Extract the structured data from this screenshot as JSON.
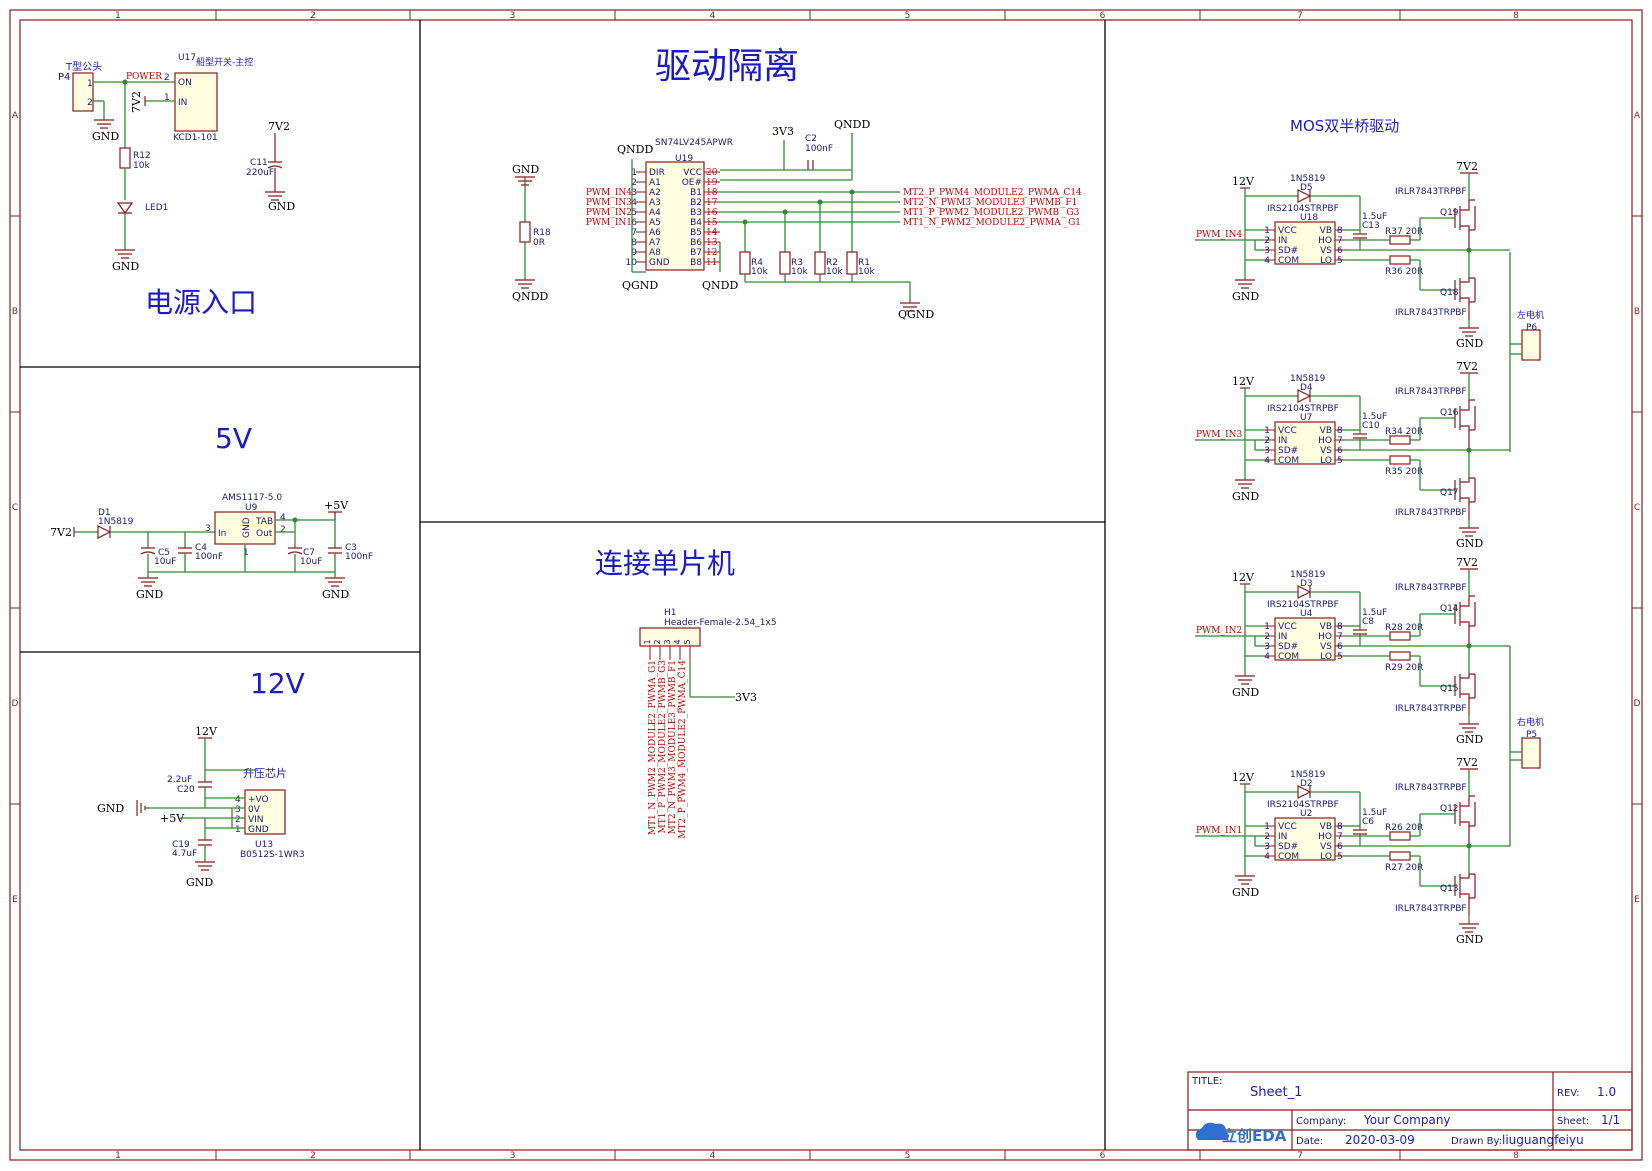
{
  "sections": {
    "power_entry": "电源入口",
    "v5": "5V",
    "v12": "12V",
    "drive_isolation": "驱动隔离",
    "mcu_connect": "连接单片机",
    "mos_bridge": "MOS双半桥驱动"
  },
  "grid": {
    "cols": [
      "1",
      "2",
      "3",
      "4",
      "5",
      "6",
      "7",
      "8"
    ],
    "rows": [
      "A",
      "B",
      "C",
      "D",
      "E"
    ]
  },
  "power_entry": {
    "p4_ref": "P4",
    "p4_name": "T型公头",
    "p4_pin1": "1",
    "p4_pin2": "2",
    "u17_ref": "U17",
    "u17_name": "船型开关-主控",
    "u17_part": "KCD1-101",
    "u17_on": "ON",
    "u17_in": "IN",
    "u17_pin2": "2",
    "u17_pin1": "1",
    "power_net": "POWER",
    "net_7v2": "7V2",
    "r12_ref": "R12",
    "r12_val": "10k",
    "led1": "LED1",
    "gnd": "GND",
    "c11_ref": "C11",
    "c11_val": "220uF",
    "c11_net": "7V2"
  },
  "v5": {
    "d1_ref": "D1",
    "d1_part": "1N5819",
    "in_net": "7V2",
    "u9_part": "AMS1117-5.0",
    "u9_ref": "U9",
    "u9_in": "In",
    "u9_gnd": "GND",
    "u9_tab": "TAB",
    "u9_out": "Out",
    "pin3": "3",
    "pin4": "4",
    "pin2": "2",
    "pin1": "1",
    "c5": "C5",
    "c5_val": "10uF",
    "c4": "C4",
    "c4_val": "100nF",
    "c7": "C7",
    "c7_val": "10uF",
    "c3": "C3",
    "c3_val": "100nF",
    "out_net": "+5V",
    "gnd": "GND"
  },
  "v12": {
    "net_12v": "12V",
    "chip_label": "升压芯片",
    "c20": "C20",
    "c20_val": "2.2uF",
    "c19": "C19",
    "c19_val": "4.7uF",
    "u13_ref": "U13",
    "u13_part": "B0512S-1WR3",
    "pins": [
      "+VO",
      "0V",
      "VIN",
      "GND"
    ],
    "pin_nums": [
      "4",
      "3",
      "2",
      "1"
    ],
    "net_5v": "+5V",
    "gnd": "GND"
  },
  "isolation": {
    "u19_part": "SN74LV245APWR",
    "u19_ref": "U19",
    "left_pins": [
      "DIR",
      "A1",
      "A2",
      "A3",
      "A4",
      "A5",
      "A6",
      "A7",
      "A8",
      "GND"
    ],
    "left_nums": [
      "1",
      "2",
      "3",
      "4",
      "5",
      "6",
      "7",
      "8",
      "9",
      "10"
    ],
    "right_pins": [
      "VCC",
      "OE#",
      "B1",
      "B2",
      "B3",
      "B4",
      "B5",
      "B6",
      "B7",
      "B8"
    ],
    "right_nums": [
      "20",
      "19",
      "18",
      "17",
      "16",
      "15",
      "14",
      "13",
      "12",
      "11"
    ],
    "inputs": [
      "PWM_IN4",
      "PWM_IN3",
      "PWM_IN2",
      "PWM_IN1"
    ],
    "outputs": [
      "MT2_P_PWM4_MODULE2_PWMA_C14",
      "MT2_N_PWM3_MODULE3_PWMB_F1",
      "MT1_P_PWM2_MODULE2_PWMB _G3",
      "MT1_N_PWM2_MODULE2_PWMA _G1"
    ],
    "qndd": "QNDD",
    "qgnd": "QGND",
    "v3v3": "3V3",
    "c2": "C2",
    "c2_val": "100nF",
    "resistors": [
      {
        "ref": "R4",
        "val": "10k"
      },
      {
        "ref": "R3",
        "val": "10k"
      },
      {
        "ref": "R2",
        "val": "10k"
      },
      {
        "ref": "R1",
        "val": "10k"
      }
    ],
    "r18_ref": "R18",
    "r18_val": "0R",
    "gnd": "GND"
  },
  "mcu": {
    "h1_ref": "H1",
    "h1_part": "Header-Female-2.54_1x5",
    "pins": [
      "1",
      "2",
      "3",
      "4",
      "5"
    ],
    "nets": [
      "MT1_N_PWM2_MODULE2_PWMA_G1",
      "MT1_P_PWM2_MODULE2_PWMB_G3",
      "MT2_N_PWM3_MODULE3_PWMB_F1",
      "MT2_P_PWM4_MODULE2_PWMA_C14"
    ],
    "v3v3": "3V3"
  },
  "drivers": [
    {
      "net_in": "PWM_IN4",
      "d": "D5",
      "u": "U18",
      "c": "C13",
      "rh": "R37 20R",
      "rl": "R36 20R",
      "qh": "Q19",
      "ql": "Q18"
    },
    {
      "net_in": "PWM_IN3",
      "d": "D4",
      "u": "U7",
      "c": "C10",
      "rh": "R34 20R",
      "rl": "R35 20R",
      "qh": "Q16",
      "ql": "Q17"
    },
    {
      "net_in": "PWM_IN2",
      "d": "D3",
      "u": "U4",
      "c": "C8",
      "rh": "R28 20R",
      "rl": "R29 20R",
      "qh": "Q14",
      "ql": "Q15"
    },
    {
      "net_in": "PWM_IN1",
      "d": "D2",
      "u": "U2",
      "c": "C6",
      "rh": "R26 20R",
      "rl": "R27 20R",
      "qh": "Q12",
      "ql": "Q13"
    }
  ],
  "driver_common": {
    "diode": "1N5819",
    "ic": "IRS2104STRPBF",
    "cap": "1.5uF",
    "mos": "IRLR7843TRPBF",
    "net_12v": "12V",
    "net_7v2": "7V2",
    "gnd": "GND",
    "left_pins": [
      "VCC",
      "IN",
      "SD#",
      "COM"
    ],
    "right_pins": [
      "VB",
      "HO",
      "VS",
      "LO"
    ],
    "left_nums": [
      "1",
      "2",
      "3",
      "4"
    ],
    "right_nums": [
      "8",
      "7",
      "6",
      "5"
    ]
  },
  "motors": [
    {
      "label": "左电机",
      "ref": "P6"
    },
    {
      "label": "右电机",
      "ref": "P5"
    }
  ],
  "title_block": {
    "title_lbl": "TITLE:",
    "title": "Sheet_1",
    "rev_lbl": "REV:",
    "rev": "1.0",
    "company_lbl": "Company:",
    "company": "Your Company",
    "sheet_lbl": "Sheet:",
    "sheet": "1/1",
    "date_lbl": "Date:",
    "date": "2020-03-09",
    "drawn_lbl": "Drawn By:",
    "drawn": "liuguangfeiyu",
    "logo": "立创EDA"
  }
}
